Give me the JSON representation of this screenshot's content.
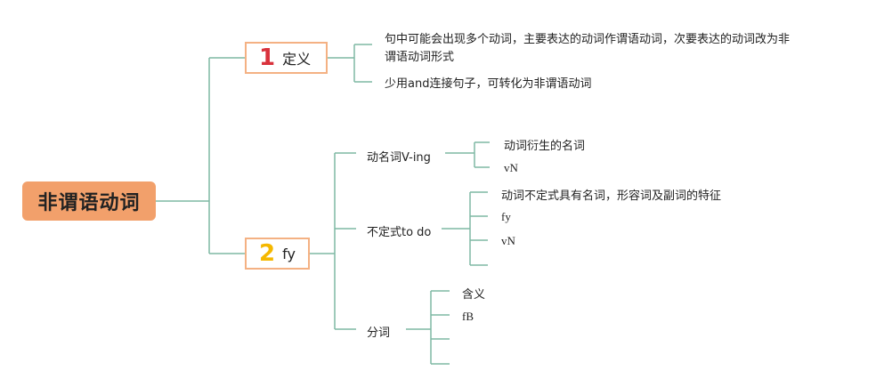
{
  "root": {
    "label": "非谓语动词"
  },
  "branch1": {
    "number": "1",
    "label": "定义",
    "items": [
      "句中可能会出现多个动词，主要表达的动词作谓语动词，次要表达的动词改为非",
      "谓语动词形式",
      "少用and连接句子，可转化为非谓语动词"
    ]
  },
  "branch2": {
    "number": "2",
    "label": "fy",
    "gerund": {
      "label": "动名词V-ing",
      "items": [
        "动词衍生的名词",
        "vN"
      ]
    },
    "infinitive": {
      "label": "不定式to do",
      "items": [
        "动词不定式具有名词，形容词及副词的特征",
        "fy",
        "vN"
      ]
    },
    "participle": {
      "label": "分词",
      "items": [
        "含义",
        "fB"
      ]
    }
  },
  "colors": {
    "root_fill": "#f2a06b",
    "branch_border": "#f4b183",
    "line": "#7fb8a4",
    "number1": "#d9323c",
    "number2": "#f5b800"
  }
}
